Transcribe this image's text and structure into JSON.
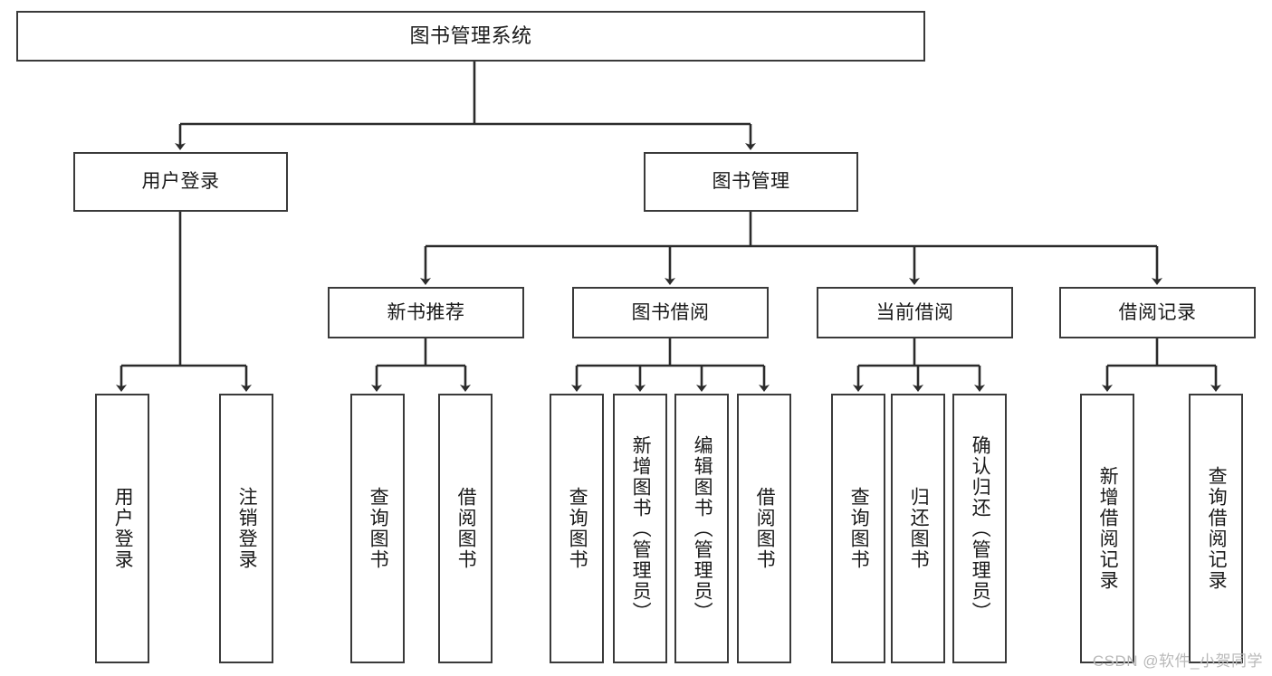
{
  "diagram": {
    "title": "图书管理系统",
    "type": "hierarchy-tree",
    "watermark": "CSDN @软件_小贺同学",
    "colors": {
      "box_border": "#3a3a3a",
      "box_fill": "#ffffff",
      "edge": "#2b2b2b",
      "text": "#1a1a1a",
      "watermark": "#b9b9b9"
    },
    "levels": [
      {
        "level": 1,
        "nodes": [
          {
            "id": "root",
            "label": "图书管理系统",
            "orientation": "horizontal"
          }
        ]
      },
      {
        "level": 2,
        "nodes": [
          {
            "id": "user-login",
            "label": "用户登录",
            "orientation": "horizontal",
            "parent": "root"
          },
          {
            "id": "book-manage",
            "label": "图书管理",
            "orientation": "horizontal",
            "parent": "root"
          }
        ]
      },
      {
        "level": 3,
        "nodes": [
          {
            "id": "new-book-rec",
            "label": "新书推荐",
            "orientation": "horizontal",
            "parent": "book-manage"
          },
          {
            "id": "book-borrow",
            "label": "图书借阅",
            "orientation": "horizontal",
            "parent": "book-manage"
          },
          {
            "id": "current-borrow",
            "label": "当前借阅",
            "orientation": "horizontal",
            "parent": "book-manage"
          },
          {
            "id": "borrow-record",
            "label": "借阅记录",
            "orientation": "horizontal",
            "parent": "book-manage"
          }
        ]
      },
      {
        "level": 4,
        "nodes": [
          {
            "id": "leaf-user-login",
            "label": "用户登录",
            "orientation": "vertical",
            "parent": "user-login"
          },
          {
            "id": "leaf-user-logout",
            "label": "注销登录",
            "orientation": "vertical",
            "parent": "user-login"
          },
          {
            "id": "leaf-rec-query",
            "label": "查询图书",
            "orientation": "vertical",
            "parent": "new-book-rec"
          },
          {
            "id": "leaf-rec-borrow",
            "label": "借阅图书",
            "orientation": "vertical",
            "parent": "new-book-rec"
          },
          {
            "id": "leaf-borrow-query",
            "label": "查询图书",
            "orientation": "vertical",
            "parent": "book-borrow"
          },
          {
            "id": "leaf-borrow-add",
            "label": "新增图书（管理员）",
            "orientation": "vertical",
            "parent": "book-borrow"
          },
          {
            "id": "leaf-borrow-edit",
            "label": "编辑图书（管理员）",
            "orientation": "vertical",
            "parent": "book-borrow"
          },
          {
            "id": "leaf-borrow-lend",
            "label": "借阅图书",
            "orientation": "vertical",
            "parent": "book-borrow"
          },
          {
            "id": "leaf-current-query",
            "label": "查询图书",
            "orientation": "vertical",
            "parent": "current-borrow"
          },
          {
            "id": "leaf-current-return",
            "label": "归还图书",
            "orientation": "vertical",
            "parent": "current-borrow"
          },
          {
            "id": "leaf-current-confirm",
            "label": "确认归还（管理员）",
            "orientation": "vertical",
            "parent": "current-borrow"
          },
          {
            "id": "leaf-record-add",
            "label": "新增借阅记录",
            "orientation": "vertical",
            "parent": "borrow-record"
          },
          {
            "id": "leaf-record-query",
            "label": "查询借阅记录",
            "orientation": "vertical",
            "parent": "borrow-record"
          }
        ]
      }
    ]
  }
}
